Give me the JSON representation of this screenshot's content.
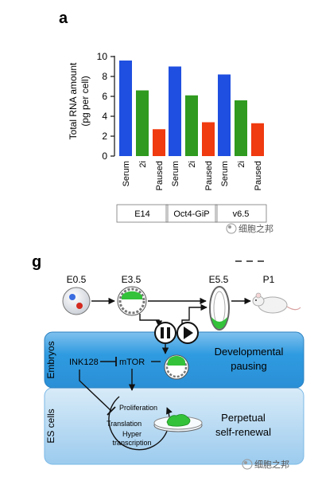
{
  "panel_a": {
    "letter": "a",
    "chart_data": {
      "type": "bar",
      "ylabel_line1": "Total RNA amount",
      "ylabel_line2": "(pg per cell)",
      "ylim": [
        0,
        10
      ],
      "yticks": [
        "0",
        "2",
        "4",
        "6",
        "8",
        "10"
      ],
      "categories": [
        "Serum",
        "2i",
        "Paused"
      ],
      "colors": [
        "#1f4fe0",
        "#2f9a1f",
        "#f03a10"
      ],
      "groups": [
        {
          "name": "E14",
          "values": [
            9.6,
            6.6,
            2.7
          ]
        },
        {
          "name": "Oct4-GiP",
          "values": [
            9.0,
            6.1,
            3.4
          ]
        },
        {
          "name": "v6.5",
          "values": [
            8.2,
            5.6,
            3.3
          ]
        }
      ]
    },
    "watermark": "细胞之邦"
  },
  "panel_g": {
    "letter": "g",
    "stages": {
      "e05": "E0.5",
      "e35": "E3.5",
      "e55": "E5.5",
      "p1": "P1"
    },
    "pause_icon": "pause-icon",
    "play_icon": "play-icon",
    "embryos_label": "Embryos",
    "es_label": "ES cells",
    "ink128": "INK128",
    "mtor": "mTOR",
    "dev_line1": "Developmental",
    "dev_line2": "pausing",
    "proliferation": "Proliferation",
    "translation": "Translation",
    "hyper_line1": "Hyper",
    "hyper_line2": "transcription",
    "self_line1": "Perpetual",
    "self_line2": "self-renewal",
    "watermark": "细胞之邦",
    "colors": {
      "band": "#2f9be0",
      "band_light": "#a9d2f0",
      "embryo_green": "#33c23a",
      "arrow": "#111111"
    }
  }
}
